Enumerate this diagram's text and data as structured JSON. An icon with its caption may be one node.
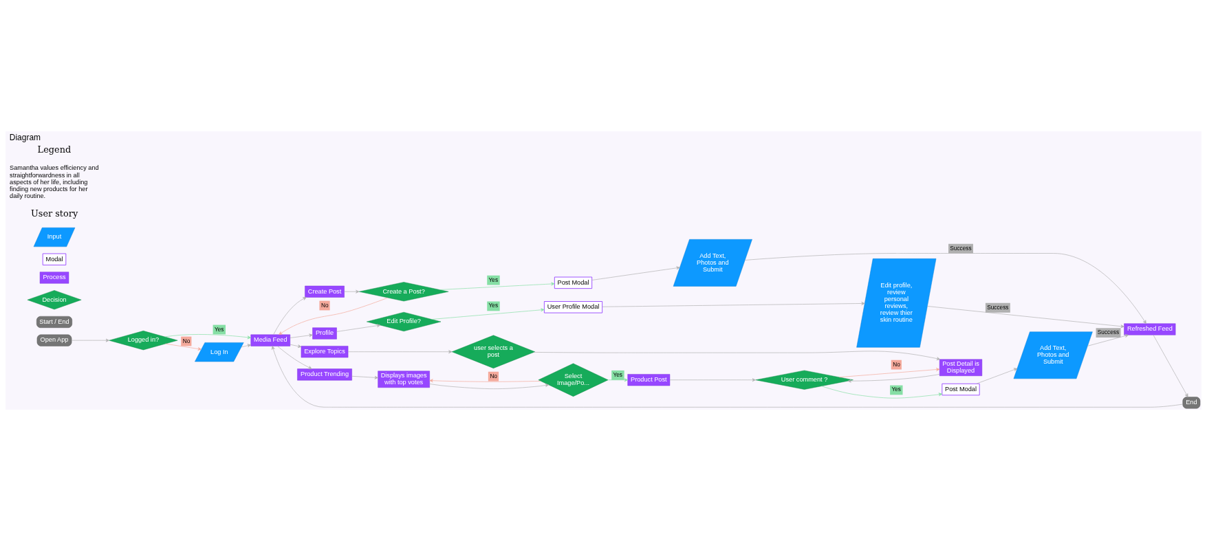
{
  "diagram": {
    "title": "Diagram",
    "nodes": [
      {
        "text": [
          "Open App"
        ]
      },
      {
        "text": [
          "Logged in?"
        ]
      },
      {
        "text": [
          "Media Feed"
        ]
      },
      {
        "text": [
          "Log In"
        ]
      },
      {
        "text": [
          "Create Post"
        ]
      },
      {
        "text": [
          "Profile"
        ]
      },
      {
        "text": [
          "Product Trending"
        ]
      },
      {
        "text": [
          "Explore Topics"
        ]
      },
      {
        "text": [
          "Create a Post?"
        ]
      },
      {
        "text": [
          "Edit Profile?"
        ]
      },
      {
        "text": [
          "Displays images with top votes"
        ]
      },
      {
        "text": [
          "Select Image/Po..."
        ]
      },
      {
        "text": [
          "user selects a post"
        ]
      },
      {
        "text": [
          "Post Modal"
        ]
      },
      {
        "text": [
          "User Profile Modal"
        ]
      },
      {
        "text": [
          "Product Post"
        ]
      },
      {
        "text": [
          "Post Detail is Displayed"
        ]
      },
      {
        "text": [
          "Add Text, Photos and Submit"
        ]
      },
      {
        "text": [
          "Edit profile, review personal reviews, review thier skin routine"
        ]
      },
      {
        "text": [
          "User comment ?"
        ]
      },
      {
        "text": [
          "Post Modal"
        ]
      },
      {
        "text": [
          "Add Text, Photos and Submit"
        ]
      },
      {
        "text": [
          "Refreshed Feed"
        ]
      },
      {
        "text": [
          "End"
        ]
      },
      {
        "text": [
          "Start / End"
        ]
      },
      {
        "text": [
          "Decision"
        ]
      },
      {
        "text": [
          "Process"
        ]
      },
      {
        "text": [
          "Modal"
        ]
      },
      {
        "text": [
          "Input"
        ]
      }
    ],
    "edges": [
      {
        "from": 0,
        "to": 1,
        "arrow": "to"
      },
      {
        "from": 1,
        "to": 2,
        "arrow": "to",
        "label": "Yes",
        "color": "#86dfa5"
      },
      {
        "from": 1,
        "to": 3,
        "arrow": "to",
        "label": "No",
        "color": "#f4a99b"
      },
      {
        "from": 3,
        "to": 2,
        "arrow": "to"
      },
      {
        "from": 2,
        "to": 4,
        "arrow": "to"
      },
      {
        "from": 2,
        "to": 5,
        "arrow": "to"
      },
      {
        "from": 2,
        "to": 6,
        "arrow": "to"
      },
      {
        "from": 2,
        "to": 7,
        "arrow": "to"
      },
      {
        "from": 4,
        "to": 8,
        "arrow": "to"
      },
      {
        "from": 5,
        "to": 9,
        "arrow": "to"
      },
      {
        "from": 8,
        "to": 13,
        "arrow": "to",
        "label": "Yes",
        "color": "#86dfa5"
      },
      {
        "from": 8,
        "to": 2,
        "arrow": "to",
        "label": "No",
        "color": "#f4a99b"
      },
      {
        "from": 9,
        "to": 14,
        "arrow": "to",
        "label": "Yes",
        "color": "#86dfa5"
      },
      {
        "from": 13,
        "to": 17,
        "arrow": "to"
      },
      {
        "from": 14,
        "to": 18,
        "arrow": "to"
      },
      {
        "from": 17,
        "to": 22,
        "arrow": "to",
        "label": "Success"
      },
      {
        "from": 18,
        "to": 22,
        "arrow": "to",
        "label": "Success"
      },
      {
        "from": 6,
        "to": 10,
        "arrow": "to"
      },
      {
        "from": 10,
        "to": 11,
        "arrow": "to"
      },
      {
        "from": 11,
        "to": 15,
        "arrow": "to",
        "label": "Yes",
        "color": "#86dfa5"
      },
      {
        "from": 11,
        "to": 10,
        "arrow": "to",
        "label": "No",
        "color": "#f4a99b"
      },
      {
        "from": 7,
        "to": 12,
        "arrow": "to"
      },
      {
        "from": 12,
        "to": 16,
        "arrow": "to"
      },
      {
        "from": 15,
        "to": 19,
        "arrow": "to"
      },
      {
        "from": 16,
        "to": 19,
        "arrow": "to"
      },
      {
        "from": 19,
        "to": 20,
        "arrow": "to",
        "label": "Yes",
        "color": "#86dfa5"
      },
      {
        "from": 19,
        "to": 16,
        "arrow": "to",
        "label": "No",
        "color": "#f4a99b"
      },
      {
        "from": 20,
        "to": 21,
        "arrow": "to"
      },
      {
        "from": 21,
        "to": 22,
        "arrow": "to",
        "label": "Success"
      },
      {
        "from": 22,
        "to": 23,
        "arrow": "to"
      },
      {
        "from": 23,
        "to": 2,
        "arrow": "to"
      }
    ],
    "labels": [
      "User story",
      "Samantha values efficiency and straightforwardness in all aspects of her life, including finding new products for her daily routine.",
      "Legend"
    ]
  }
}
